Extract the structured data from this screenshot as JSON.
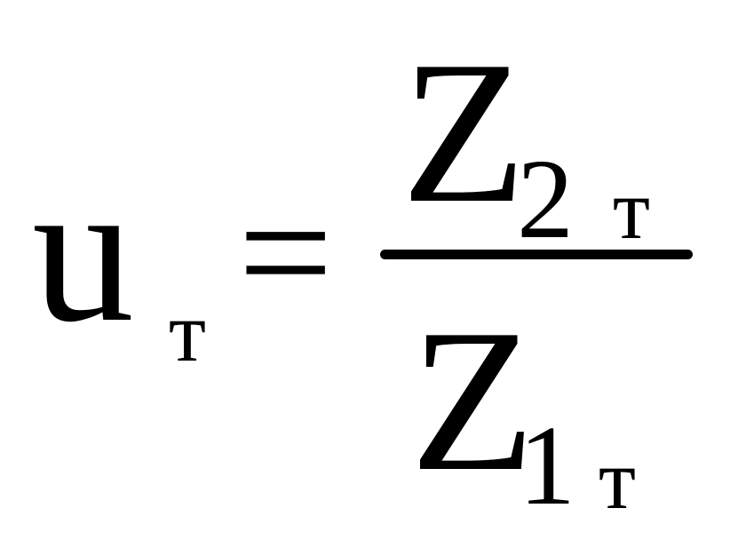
{
  "formula": {
    "lhs": {
      "variable": "u",
      "subscript": "т"
    },
    "operator": "=",
    "numerator": {
      "variable": "Z",
      "subscript_digit": "2",
      "subscript_letter": "т"
    },
    "denominator": {
      "variable": "Z",
      "subscript_digit": "1",
      "subscript_letter": "т"
    }
  },
  "colors": {
    "text": "#000000",
    "background": "#ffffff"
  }
}
